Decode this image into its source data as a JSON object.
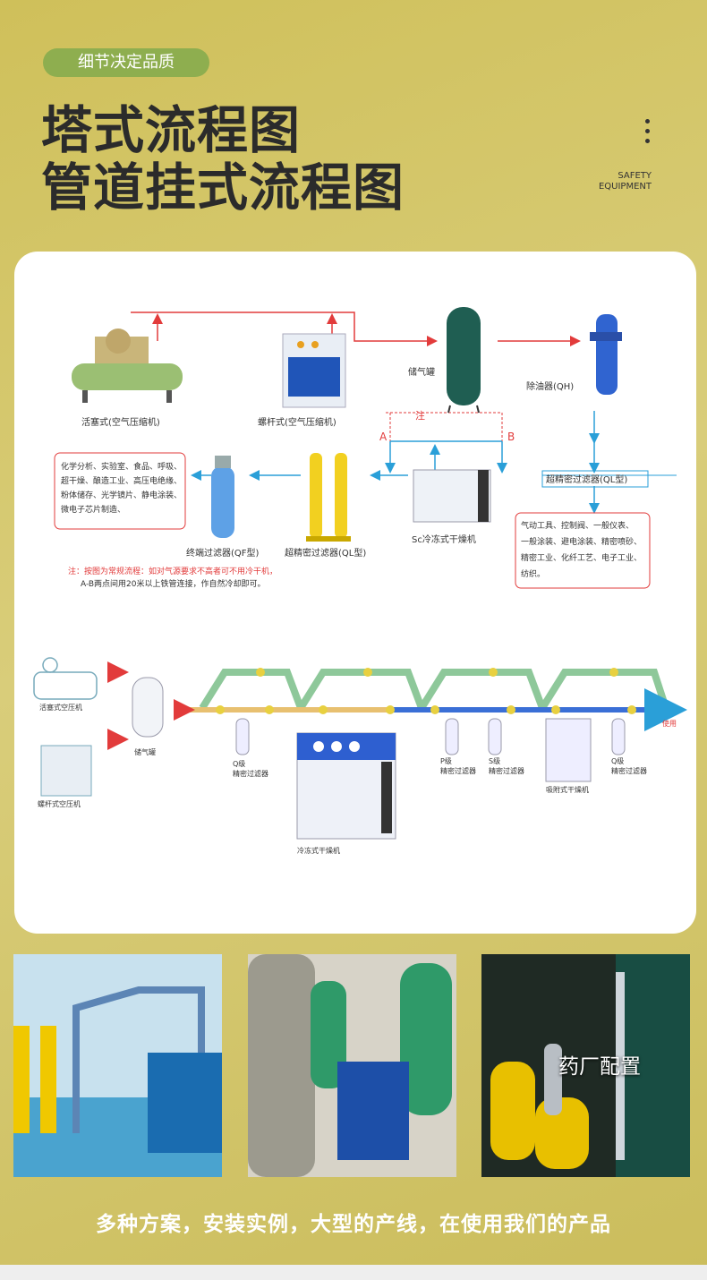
{
  "header": {
    "tag": "细节决定品质",
    "title_line1": "塔式流程图",
    "title_line2": "管道挂式流程图",
    "safety_line1": "SAFETY",
    "safety_line2": "EQUIPMENT"
  },
  "diagram1": {
    "piston_compressor": "活塞式(空气压缩机)",
    "screw_compressor": "螺杆式(空气压缩机)",
    "air_tank": "储气罐",
    "oil_remover": "除油器(QH)",
    "note_mark": "注",
    "point_a": "A",
    "point_b": "B",
    "ultra_filter_ql": "超精密过滤器(QL型)",
    "dryer": "Sc冷冻式干燥机",
    "ultra_filter_ql2": "超精密过滤器(QL型)",
    "final_filter": "终端过滤器(QF型)",
    "left_box": [
      "化学分析、实验室、食品、呼吸、",
      "超干燥、酿造工业、高压电绝缘、",
      "粉体储存、光学镜片、静电涂装、",
      "微电子芯片制造、"
    ],
    "right_box": [
      "气动工具、控制阀、一般仪表、",
      "一般涂装、避电涂装、精密喷砂、",
      "精密工业、化纤工艺、电子工业、",
      "纺织。"
    ],
    "note_line1": "注：按图为常规流程：如对气源要求不高者可不用冷干机，",
    "note_line2": "A-B两点间用20米以上铁管连接，作自然冷却即可。"
  },
  "diagram2": {
    "piston": "活塞式空压机",
    "screw": "螺杆式空压机",
    "tank": "储气罐",
    "q_grade": "Q级",
    "q_filter": "精密过滤器",
    "p_grade": "P级",
    "p_filter": "精密过滤器",
    "s_grade": "S级",
    "s_filter": "精密过滤器",
    "adsorb_dryer": "吸附式干燥机",
    "q2_grade": "Q级",
    "q2_filter": "精密过滤器",
    "fridge_dryer": "冷冻式干燥机",
    "use": "使用"
  },
  "photos": {
    "label3": "药厂配置"
  },
  "caption": "多种方案，安装实例，大型的产线，在使用我们的产品",
  "colors": {
    "background": "#d3c468",
    "tag": "#8eae4f",
    "arrow_red": "#e23b3b",
    "arrow_blue": "#2a9fd8",
    "pipe_green": "#8ec89a"
  }
}
